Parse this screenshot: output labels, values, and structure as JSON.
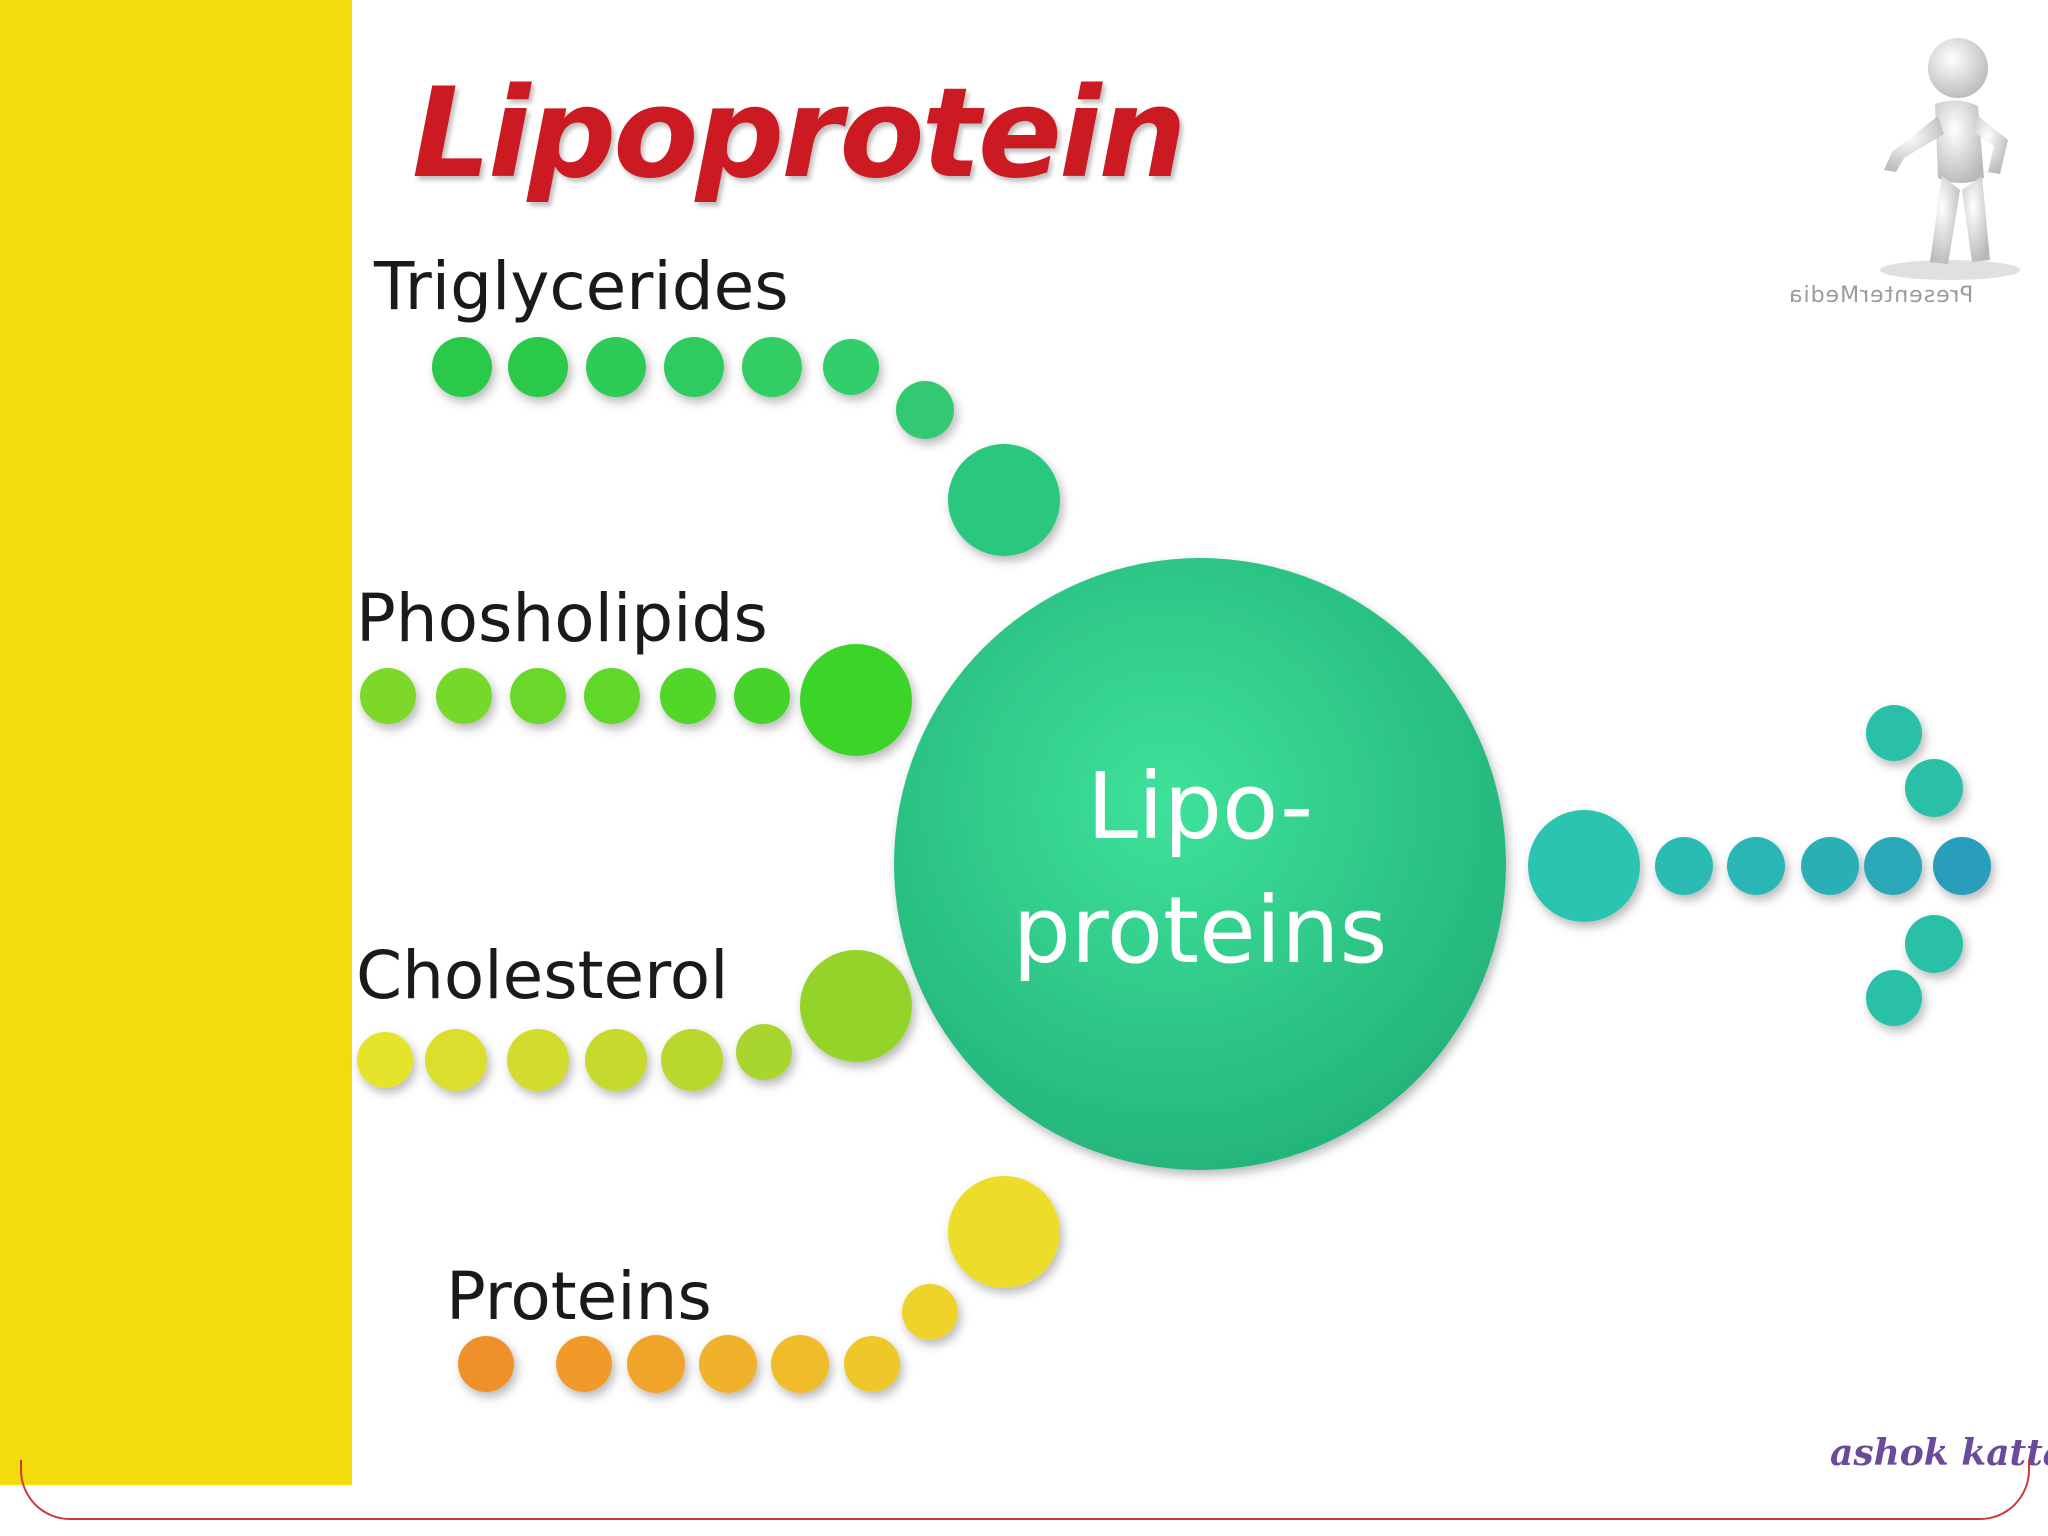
{
  "title": "Lipoprotein",
  "center_label": [
    "Lipo-",
    "proteins"
  ],
  "inputs": [
    {
      "label": "Triglycerides"
    },
    {
      "label": "Phosholipids"
    },
    {
      "label": "Cholesterol"
    },
    {
      "label": "Proteins"
    }
  ],
  "watermark": "PresenterMedia",
  "signature": "ashok katta",
  "colors": {
    "title": "#cc1a22",
    "side_bar": "#f2dc0c",
    "center_circle": "#2ec98a",
    "triglycerides": "#2bc954",
    "phospholipids": "#7fd82a",
    "cholesterol": "#d9e030",
    "proteins": "#f0a030",
    "output_arrow": "#2aa8b8"
  }
}
